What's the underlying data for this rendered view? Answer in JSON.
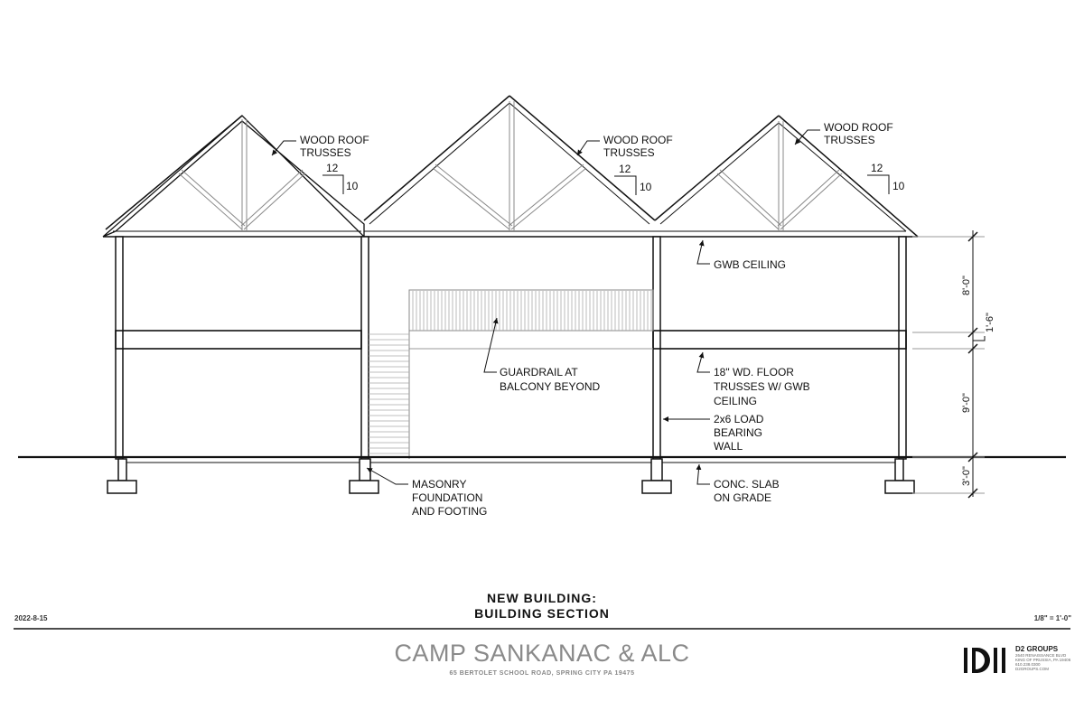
{
  "labels": {
    "roof_left": [
      "WOOD ROOF",
      "TRUSSES"
    ],
    "roof_mid": [
      "WOOD ROOF",
      "TRUSSES"
    ],
    "roof_right": [
      "WOOD ROOF",
      "TRUSSES"
    ],
    "pitch_run": "12",
    "pitch_rise": "10",
    "gwb_ceiling": "GWB CEILING",
    "guardrail": [
      "GUARDRAIL AT",
      "BALCONY BEYOND"
    ],
    "floor_trusses": [
      "18\" WD. FLOOR",
      "TRUSSES W/ GWB",
      "CEILING"
    ],
    "load_wall": [
      "2x6 LOAD",
      "BEARING",
      "WALL"
    ],
    "slab": [
      "CONC. SLAB",
      "ON GRADE"
    ],
    "foundation": [
      "MASONRY",
      "FOUNDATION",
      "AND FOOTING"
    ]
  },
  "dimensions": {
    "upper": "8'-0\"",
    "floor": "1'-6\"",
    "lower": "9'-0\"",
    "foundation": "3'-0\""
  },
  "sheet": {
    "title_line1": "NEW BUILDING:",
    "title_line2": "BUILDING SECTION",
    "date": "2022-8-15",
    "scale": "1/8\" = 1'-0\"",
    "project": "CAMP SANKANAC & ALC",
    "address": "65 BERTOLET SCHOOL ROAD, SPRING CITY PA 19475"
  },
  "firm": {
    "name": "D2 GROUPS",
    "lines": [
      "2640 RENAISSANCE BLVD",
      "KING OF PRUSSIA, PA 19406",
      "610.238.0300",
      "D2GROUPS.COM"
    ]
  }
}
